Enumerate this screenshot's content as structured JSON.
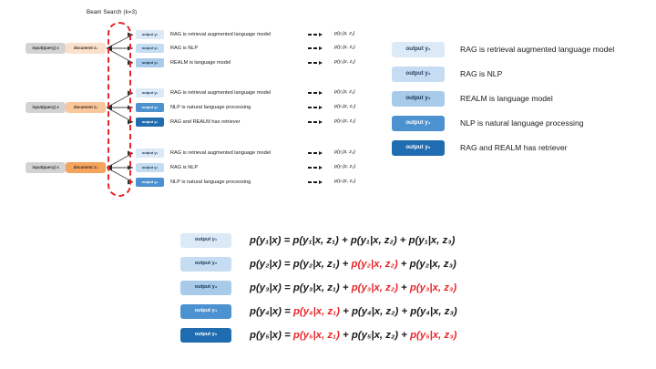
{
  "diagram": {
    "beam_title": "Beam Search (k=3)",
    "input_label": "input(query) x",
    "rows": [
      {
        "doc_label": "document z₁",
        "doc_color": "#fbe0cd",
        "outputs": [
          {
            "chip": "output y₁",
            "chip_color": "#dce9f7",
            "text_color": "#1f3c5a",
            "sentence": "RAG is retrieval augmented language model",
            "prob": "p(y₁|x, z₁)"
          },
          {
            "chip": "output y₂",
            "chip_color": "#c5dcf2",
            "text_color": "#1f3c5a",
            "sentence": "RAG is NLP",
            "prob": "p(y₂|x, z₁)"
          },
          {
            "chip": "output y₃",
            "chip_color": "#a8cbea",
            "text_color": "#14314d",
            "sentence": "REALM is language model",
            "prob": "p(y₃|x, z₁)"
          }
        ]
      },
      {
        "doc_label": "document z₂",
        "doc_color": "#fac79c",
        "outputs": [
          {
            "chip": "output y₁",
            "chip_color": "#dce9f7",
            "text_color": "#1f3c5a",
            "sentence": "RAG is retrieval augmented language model",
            "prob": "p(y₁|x, z₂)"
          },
          {
            "chip": "output y₄",
            "chip_color": "#4c91d0",
            "text_color": "#ffffff",
            "sentence": "NLP is natural language processing",
            "prob": "p(y₄|x, z₂)"
          },
          {
            "chip": "output y₅",
            "chip_color": "#1f6cb0",
            "text_color": "#ffffff",
            "sentence": "RAG and REALM has retriever",
            "prob": "p(y₅|x, z₂)"
          }
        ]
      },
      {
        "doc_label": "document z₃",
        "doc_color": "#f5a45e",
        "outputs": [
          {
            "chip": "output y₁",
            "chip_color": "#dce9f7",
            "text_color": "#1f3c5a",
            "sentence": "RAG is retrieval augmented language model",
            "prob": "p(y₁|x, z₃)"
          },
          {
            "chip": "output y₂",
            "chip_color": "#c5dcf2",
            "text_color": "#1f3c5a",
            "sentence": "RAG is NLP",
            "prob": "p(y₂|x, z₃)"
          },
          {
            "chip": "output y₄",
            "chip_color": "#4c91d0",
            "text_color": "#ffffff",
            "sentence": "NLP is natural language processing",
            "prob": "p(y₄|x, z₃)"
          }
        ]
      }
    ]
  },
  "legend": [
    {
      "chip": "output y₁",
      "chip_color": "#dce9f7",
      "text_color": "#1f3c5a",
      "text": "RAG is retrieval augmented language model"
    },
    {
      "chip": "output y₂",
      "chip_color": "#c5dcf2",
      "text_color": "#1f3c5a",
      "text": "RAG is NLP"
    },
    {
      "chip": "output y₃",
      "chip_color": "#a8cbea",
      "text_color": "#14314d",
      "text": "REALM is language model"
    },
    {
      "chip": "output y₄",
      "chip_color": "#4c91d0",
      "text_color": "#ffffff",
      "text": "NLP is natural language processing"
    },
    {
      "chip": "output y₅",
      "chip_color": "#1f6cb0",
      "text_color": "#ffffff",
      "text": "RAG and REALM has retriever"
    }
  ],
  "equations": [
    {
      "chip": "output y₁",
      "chip_color": "#dce9f7",
      "text_color": "#1f3c5a",
      "lhs": "p(y₁|x)",
      "eq": "=",
      "terms": [
        {
          "text": "p(y₁|x, z₁)",
          "highlight": false
        },
        {
          "text": "p(y₁|x, z₂)",
          "highlight": false
        },
        {
          "text": "p(y₁|x, z₃)",
          "highlight": false
        }
      ]
    },
    {
      "chip": "output y₂",
      "chip_color": "#c5dcf2",
      "text_color": "#1f3c5a",
      "lhs": "p(y₂|x)",
      "eq": "=",
      "terms": [
        {
          "text": "p(y₂|x, z₁)",
          "highlight": false
        },
        {
          "text": "p(y₂|x, z₂)",
          "highlight": true
        },
        {
          "text": "p(y₂|x, z₃)",
          "highlight": false
        }
      ]
    },
    {
      "chip": "output y₃",
      "chip_color": "#a8cbea",
      "text_color": "#14314d",
      "lhs": "p(y₃|x)",
      "eq": "=",
      "terms": [
        {
          "text": "p(y₃|x, z₁)",
          "highlight": false
        },
        {
          "text": "p(y₃|x, z₂)",
          "highlight": true
        },
        {
          "text": "p(y₃|x, z₃)",
          "highlight": true
        }
      ]
    },
    {
      "chip": "output y₄",
      "chip_color": "#4c91d0",
      "text_color": "#ffffff",
      "lhs": "p(y₄|x)",
      "eq": "=",
      "terms": [
        {
          "text": "p(y₄|x, z₁)",
          "highlight": true
        },
        {
          "text": "p(y₄|x, z₂)",
          "highlight": false
        },
        {
          "text": "p(y₄|x, z₃)",
          "highlight": false
        }
      ]
    },
    {
      "chip": "output y₅",
      "chip_color": "#1f6cb0",
      "text_color": "#ffffff",
      "lhs": "p(y₅|x)",
      "eq": "=",
      "terms": [
        {
          "text": "p(y₅|x, z₁)",
          "highlight": true
        },
        {
          "text": "p(y₅|x, z₂)",
          "highlight": false
        },
        {
          "text": "p(y₅|x, z₃)",
          "highlight": true
        }
      ]
    }
  ],
  "colors": {
    "beam_border": "#e8252a",
    "highlight": "#e8252a",
    "input_box": "#d3d3d3",
    "connector": "#4a4a4a"
  },
  "plus": "+"
}
